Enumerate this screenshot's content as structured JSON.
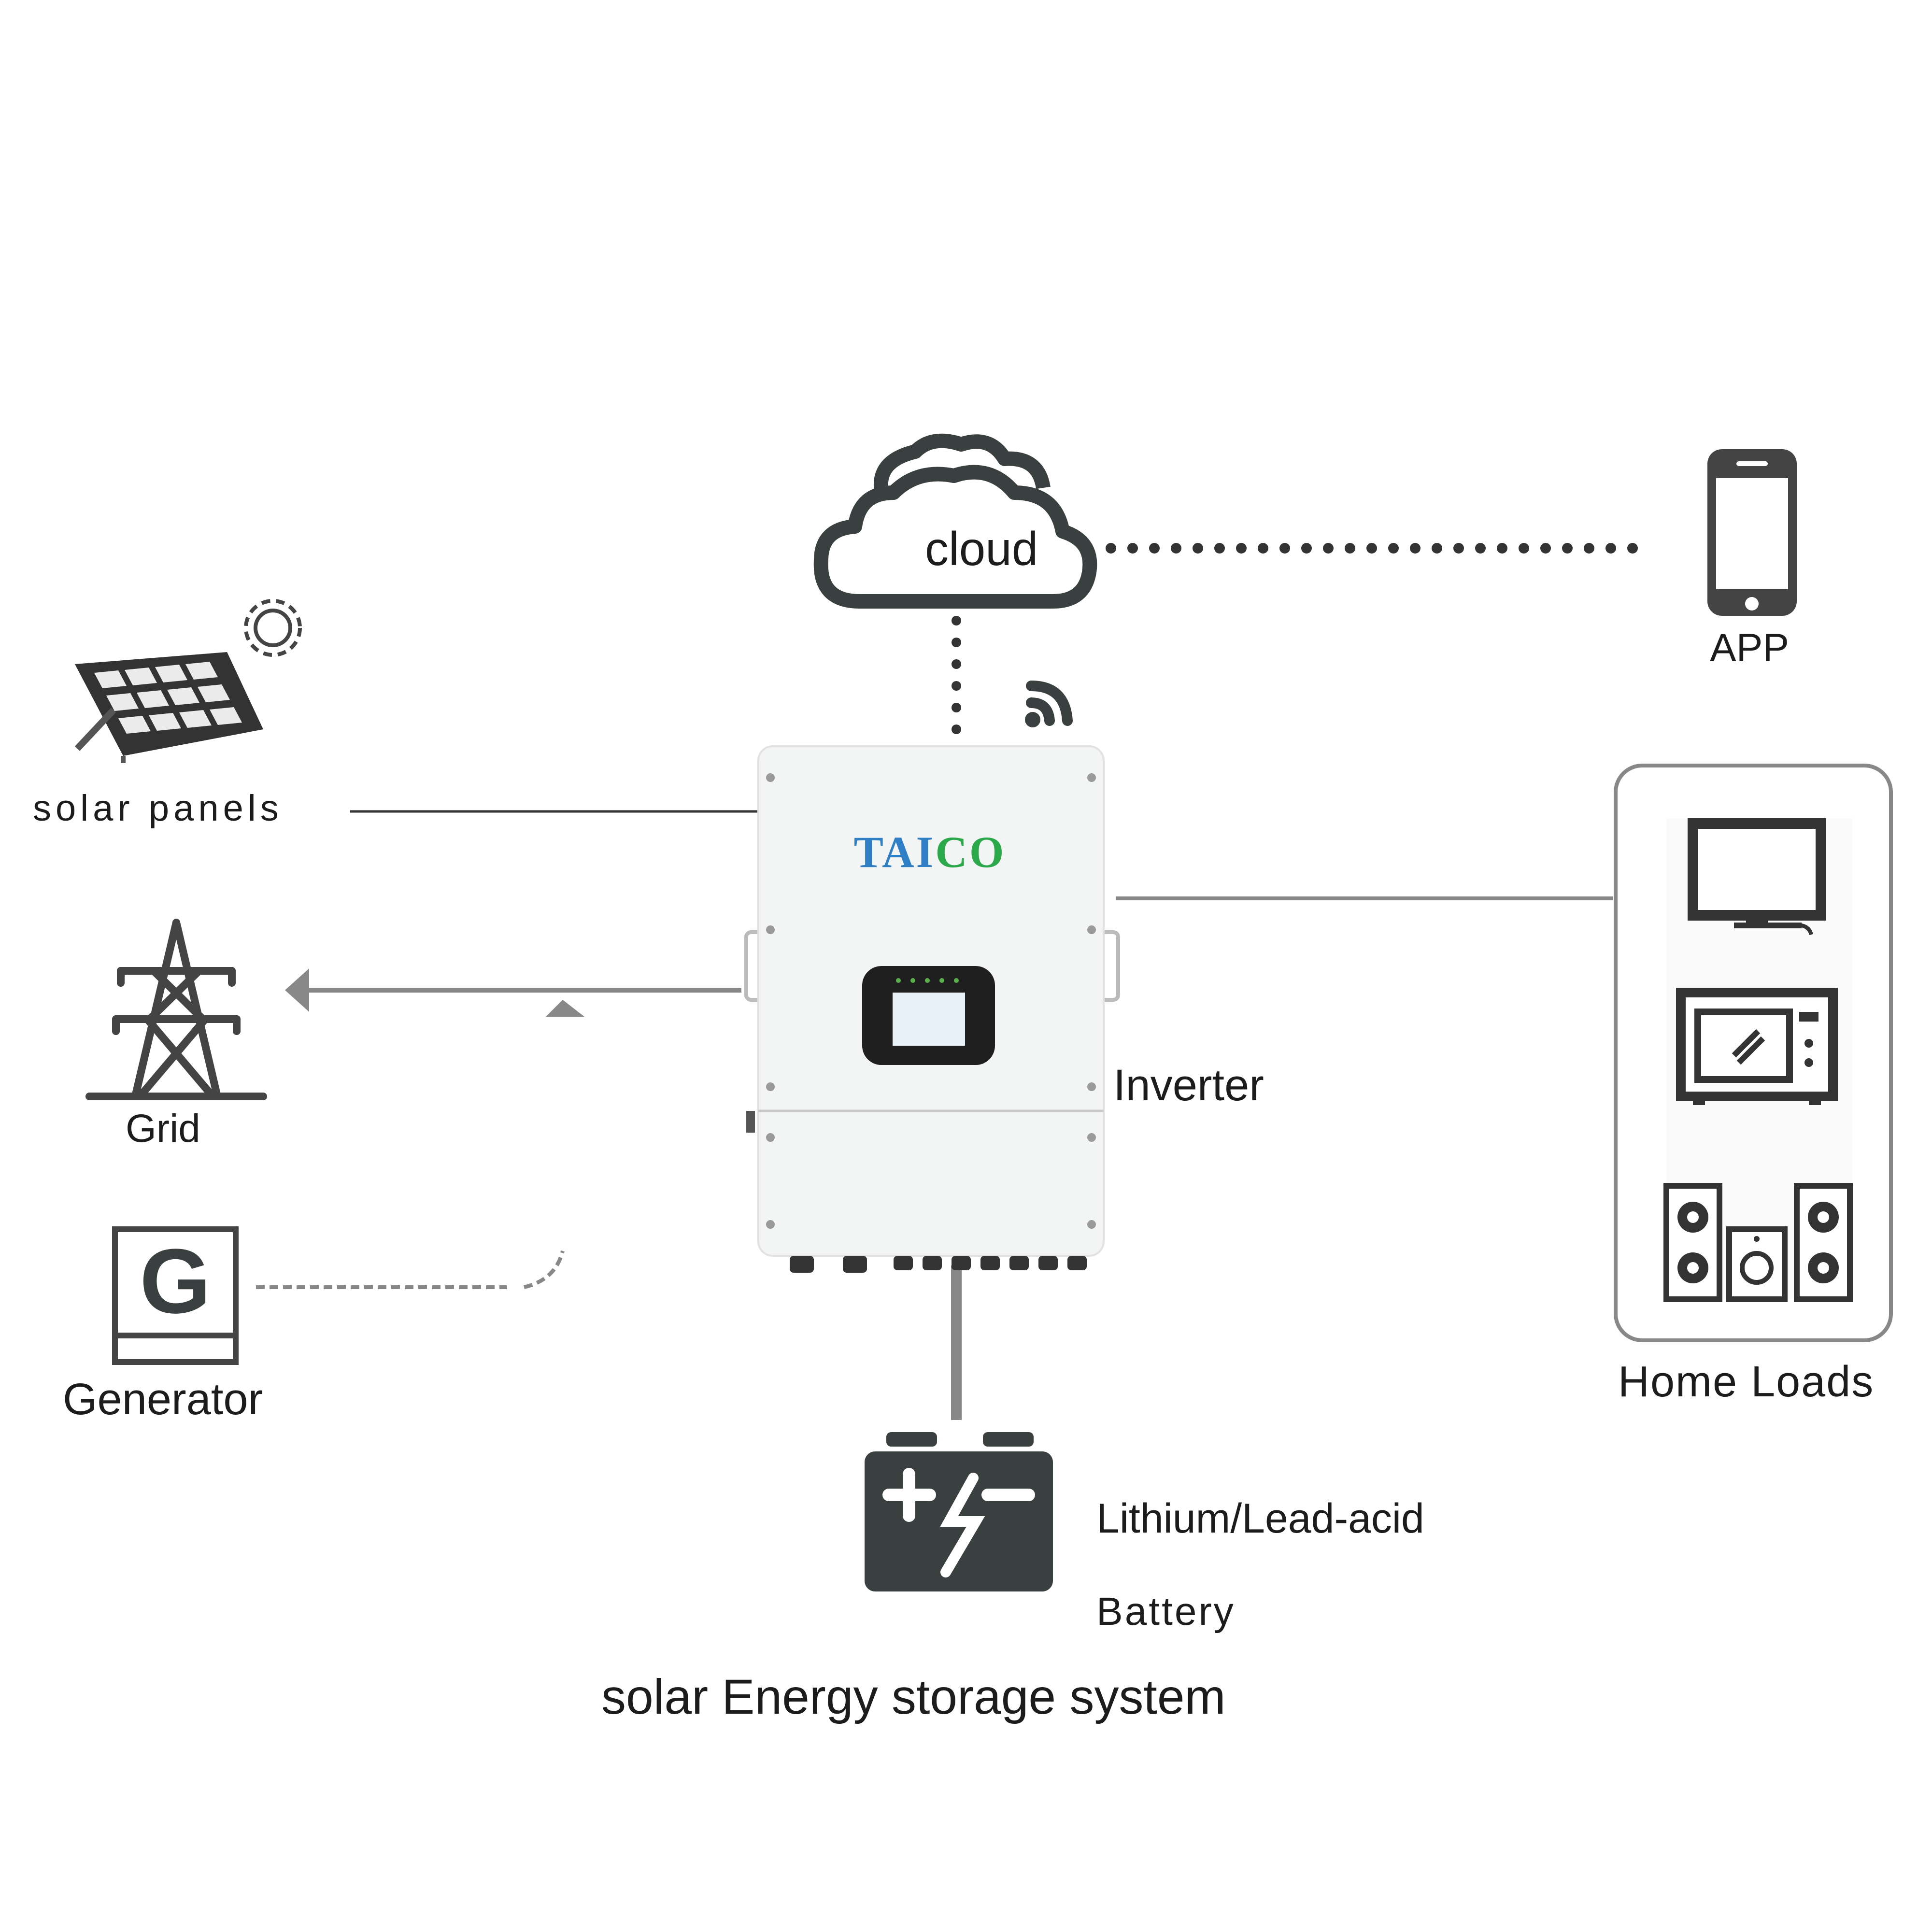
{
  "labels": {
    "cloud": "cloud",
    "app": "APP",
    "solar_panels": "solar panels",
    "grid": "Grid",
    "generator": "Generator",
    "generator_glyph": "G",
    "inverter": "Inverter",
    "home_loads": "Home Loads",
    "battery_line1": "Lithium/Lead-acid",
    "battery_line2": "Battery",
    "caption": "solar Energy storage system"
  },
  "inverter": {
    "brand": "TAICO"
  },
  "colors": {
    "line": "#555555",
    "icon_dark": "#3a3f3f",
    "inverter_body": "#f3f4f4",
    "brand_blue": "#2f7fc6",
    "brand_green": "#2aa84a"
  },
  "icons": [
    "cloud-icon",
    "phone-icon",
    "wifi-icon",
    "solar-panel-icon",
    "sun-icon",
    "transmission-tower-icon",
    "generator-icon",
    "battery-icon",
    "tv-icon",
    "microwave-icon",
    "speaker-icon"
  ]
}
